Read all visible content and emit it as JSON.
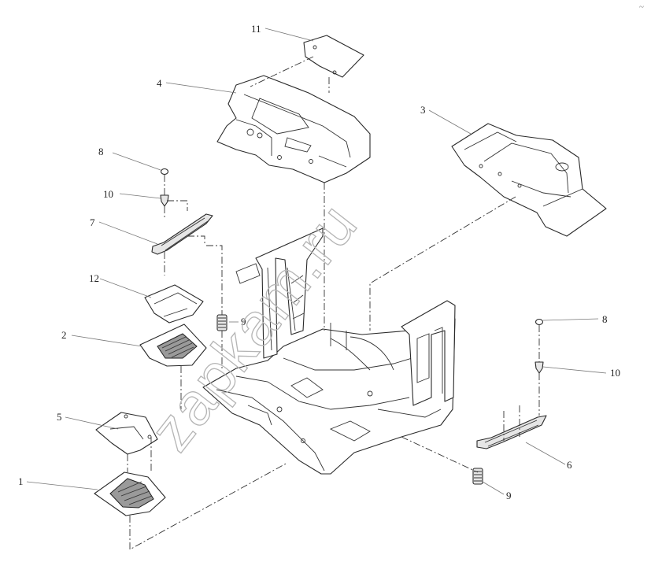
{
  "watermark": "zapkam.ru",
  "corner_mark": "~",
  "callouts": [
    {
      "id": "c1",
      "text": "1"
    },
    {
      "id": "c2",
      "text": "2"
    },
    {
      "id": "c3",
      "text": "3"
    },
    {
      "id": "c4",
      "text": "4"
    },
    {
      "id": "c5",
      "text": "5"
    },
    {
      "id": "c6",
      "text": "6"
    },
    {
      "id": "c7",
      "text": "7"
    },
    {
      "id": "c8a",
      "text": "8"
    },
    {
      "id": "c8b",
      "text": "8"
    },
    {
      "id": "c9a",
      "text": "9"
    },
    {
      "id": "c9b",
      "text": "9"
    },
    {
      "id": "c10a",
      "text": "10"
    },
    {
      "id": "c10b",
      "text": "10"
    },
    {
      "id": "c11",
      "text": "11"
    },
    {
      "id": "c12",
      "text": "12"
    }
  ]
}
